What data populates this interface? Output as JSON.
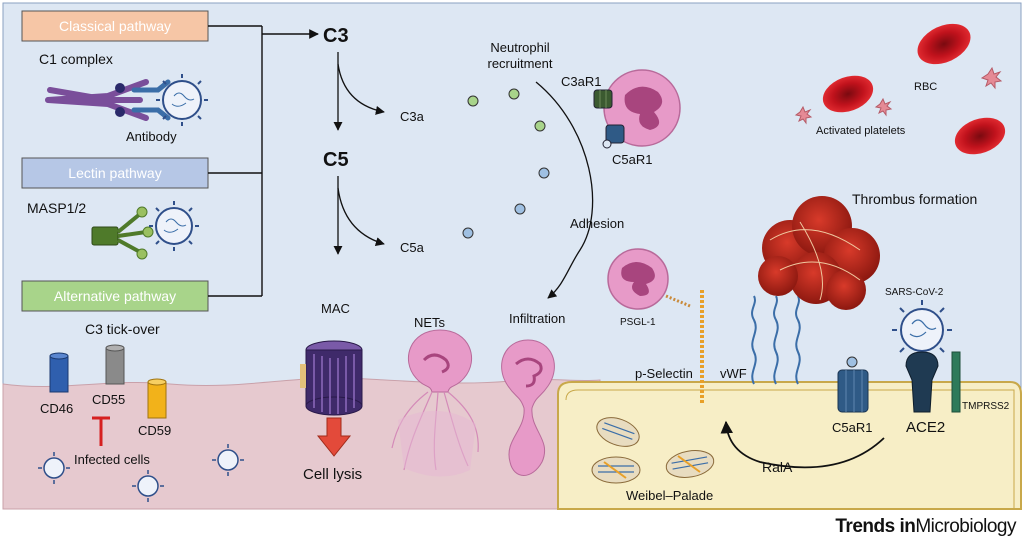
{
  "pathways": {
    "classical": "Classical pathway",
    "lectin": "Lectin pathway",
    "alternative": "Alternative pathway"
  },
  "labels": {
    "c1_complex": "C1 complex",
    "antibody": "Antibody",
    "masp": "MASP1/2",
    "c3": "C3",
    "c5": "C5",
    "c3a": "C3a",
    "c5a": "C5a",
    "neutrophil_recruitment_1": "Neutrophil",
    "neutrophil_recruitment_2": "recruitment",
    "c3ar1": "C3aR1",
    "c5ar1_top": "C5aR1",
    "adhesion": "Adhesion",
    "infiltration": "Infiltration",
    "psgl1": "PSGL-1",
    "rbc": "RBC",
    "activated_platelets": "Activated platelets",
    "thrombus_formation": "Thrombus formation",
    "sars_cov2": "SARS-CoV-2",
    "c3_tickover": "C3 tick-over",
    "cd46": "CD46",
    "cd55": "CD55",
    "cd59": "CD59",
    "infected_cells": "Infected cells",
    "mac": "MAC",
    "cell_lysis": "Cell lysis",
    "nets": "NETs",
    "p_selectin": "p-Selectin",
    "vwf": "vWF",
    "c5ar1_bottom": "C5aR1",
    "ace2": "ACE2",
    "tmprss2": "TMPRSS2",
    "rala": "RalA",
    "weibel_palade": "Weibel–Palade"
  },
  "brand": {
    "part1": "Trends in",
    "part2": "Microbiology"
  },
  "colors": {
    "background": "#dde7f3",
    "classical": "#f6c6a6",
    "lectin": "#b6c7e6",
    "alternative": "#a8d48a",
    "tissue": "#e6c9cf",
    "endothelium": "#f7eec6",
    "neutrophil": "#e79ac8",
    "rbc": "#c0121c",
    "virus": "#2f4f8a"
  }
}
